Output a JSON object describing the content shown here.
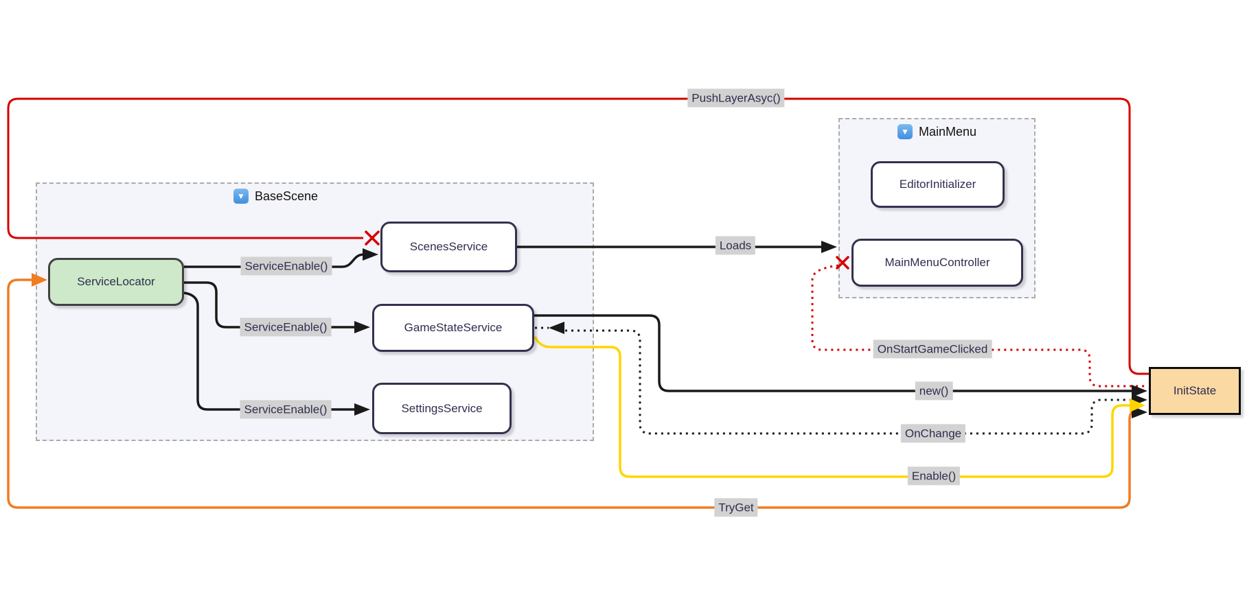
{
  "icons": {
    "collapse_glyph": "▼"
  },
  "subgraphs": {
    "base_scene": {
      "label": "BaseScene"
    },
    "main_menu": {
      "label": "MainMenu"
    }
  },
  "nodes": {
    "service_locator": {
      "label": "ServiceLocator",
      "fill": "#CDE9C9"
    },
    "scenes_service": {
      "label": "ScenesService",
      "fill": "#FFFFFF"
    },
    "game_state_service": {
      "label": "GameStateService",
      "fill": "#FFFFFF"
    },
    "settings_service": {
      "label": "SettingsService",
      "fill": "#FFFFFF"
    },
    "editor_initializer": {
      "label": "EditorInitializer",
      "fill": "#FFFFFF"
    },
    "main_menu_controller": {
      "label": "MainMenuController",
      "fill": "#FFFFFF"
    },
    "init_state": {
      "label": "InitState",
      "fill": "#FBD9A3"
    }
  },
  "edges": {
    "push_layer_asyc": {
      "label": "PushLayerAsyc()",
      "from": "InitState",
      "to": "ScenesService",
      "style": "solid",
      "terminator": "cross",
      "color": "#D50000"
    },
    "service_enable_1": {
      "label": "ServiceEnable()",
      "from": "ServiceLocator",
      "to": "ScenesService",
      "style": "solid",
      "terminator": "arrow",
      "color": "#1A1A1A"
    },
    "service_enable_2": {
      "label": "ServiceEnable()",
      "from": "ServiceLocator",
      "to": "GameStateService",
      "style": "solid",
      "terminator": "arrow",
      "color": "#1A1A1A"
    },
    "service_enable_3": {
      "label": "ServiceEnable()",
      "from": "ServiceLocator",
      "to": "SettingsService",
      "style": "solid",
      "terminator": "arrow",
      "color": "#1A1A1A"
    },
    "loads": {
      "label": "Loads",
      "from": "ScenesService",
      "to": "MainMenuController",
      "style": "solid",
      "terminator": "arrow",
      "color": "#1A1A1A"
    },
    "on_start_game_clicked": {
      "label": "OnStartGameClicked",
      "from": "MainMenuController",
      "to": "InitState",
      "style": "dotted",
      "terminator": "cross",
      "color": "#D50000"
    },
    "new": {
      "label": "new()",
      "from": "GameStateService",
      "to": "InitState",
      "style": "solid",
      "terminator": "arrow",
      "color": "#1A1A1A"
    },
    "on_change": {
      "label": "OnChange",
      "from": "GameStateService",
      "to": "InitState",
      "style": "dotted",
      "terminator": "arrow-both",
      "color": "#1A1A1A"
    },
    "enable": {
      "label": "Enable()",
      "from": "GameStateService",
      "to": "InitState",
      "style": "solid",
      "terminator": "arrow",
      "color": "#FFD500"
    },
    "try_get": {
      "label": "TryGet",
      "from": "InitState",
      "to": "ServiceLocator",
      "style": "solid",
      "terminator": "arrow",
      "color": "#EF7D22"
    }
  },
  "colors": {
    "label_background": "#D2D2D2",
    "text": "#2E2E4E",
    "subgraph_background": "#F4F4FB",
    "subgraph_border": "#ABABAB",
    "node_border": "#32324E"
  }
}
